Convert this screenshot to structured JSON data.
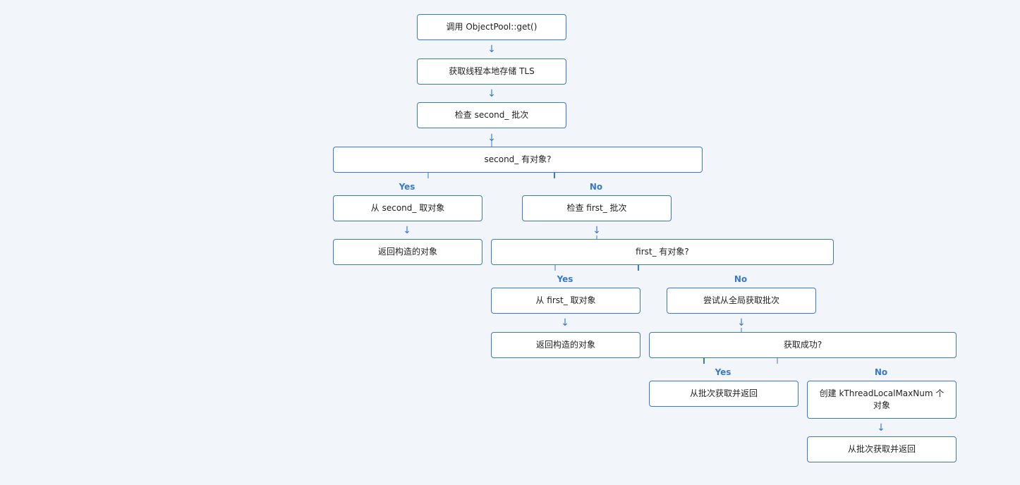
{
  "colors": {
    "background": "#f2f6fa",
    "node_border": "#3a78c9",
    "label": "#3a78c9",
    "text": "#1f1f1f"
  },
  "nodes": {
    "n1": "调用 ObjectPool::get()",
    "n2": "获取线程本地存储 TLS",
    "n3": "检查 second_ 批次",
    "n4": "second_ 有对象?",
    "n5": "从 second_ 取对象",
    "n6": "返回构造的对象",
    "n7": "检查 first_ 批次",
    "n8": "first_ 有对象?",
    "n9": "从 first_ 取对象",
    "n10": "返回构造的对象",
    "n11": "尝试从全局获取批次",
    "n12": "获取成功?",
    "n13": "从批次获取并返回",
    "n14": "创建 kThreadLocalMaxNum 个对象",
    "n15": "从批次获取并返回"
  },
  "labels": {
    "yes1": "Yes",
    "no1": "No",
    "yes2": "Yes",
    "no2": "No",
    "yes3": "Yes",
    "no3": "No"
  },
  "arrow_glyph": "↓"
}
